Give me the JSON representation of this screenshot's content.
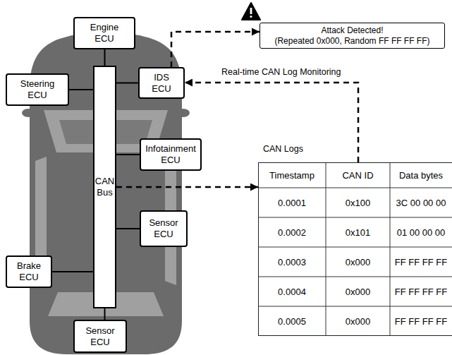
{
  "diagram": {
    "nodes": [
      {
        "text": [
          "Engine ECU"
        ]
      },
      {
        "text": [
          "Attack Detected!",
          "(Repeated 0x000, Random FF FF FF FF)"
        ]
      },
      {
        "text": [
          "Steering ECU"
        ]
      },
      {
        "text": [
          "IDS ECU"
        ]
      },
      {
        "text": [
          "CAN Bus"
        ]
      },
      {
        "text": [
          "Infotainment ECU"
        ]
      },
      {
        "text": [
          "CAN Logs"
        ]
      },
      {
        "text": [
          "Sensor ECU"
        ]
      },
      {
        "text": [
          "Brake ECU"
        ]
      },
      {
        "text": [
          "Sensor ECU"
        ]
      }
    ],
    "edges": [
      {
        "from": 0,
        "to": 4,
        "arrow": "none"
      },
      {
        "from": 2,
        "to": 4,
        "arrow": "none"
      },
      {
        "from": 3,
        "to": 4,
        "arrow": "none"
      },
      {
        "from": 4,
        "to": 5,
        "arrow": "none"
      },
      {
        "from": 4,
        "to": 7,
        "arrow": "none"
      },
      {
        "from": 8,
        "to": 4,
        "arrow": "none"
      },
      {
        "from": 4,
        "to": 9,
        "arrow": "none"
      },
      {
        "from": 4,
        "to": 6,
        "arrow": "to"
      },
      {
        "from": 6,
        "to": 3,
        "arrow": "to",
        "label": "Real-time CAN Log Monitoring"
      },
      {
        "from": 3,
        "to": 1,
        "arrow": "to"
      }
    ],
    "labels": [
      "Timestamp",
      "CAN ID",
      "Data bytes",
      "0.0001",
      "0x100",
      "3C 00 00 00",
      "0.0002",
      "0x101",
      "01 00 00 00",
      "0.0003",
      "0x000",
      "FF FF FF FF",
      "0.0004",
      "0x000",
      "FF FF FF FF",
      "0.0005",
      "0x000",
      "FF FF FF FF"
    ]
  }
}
